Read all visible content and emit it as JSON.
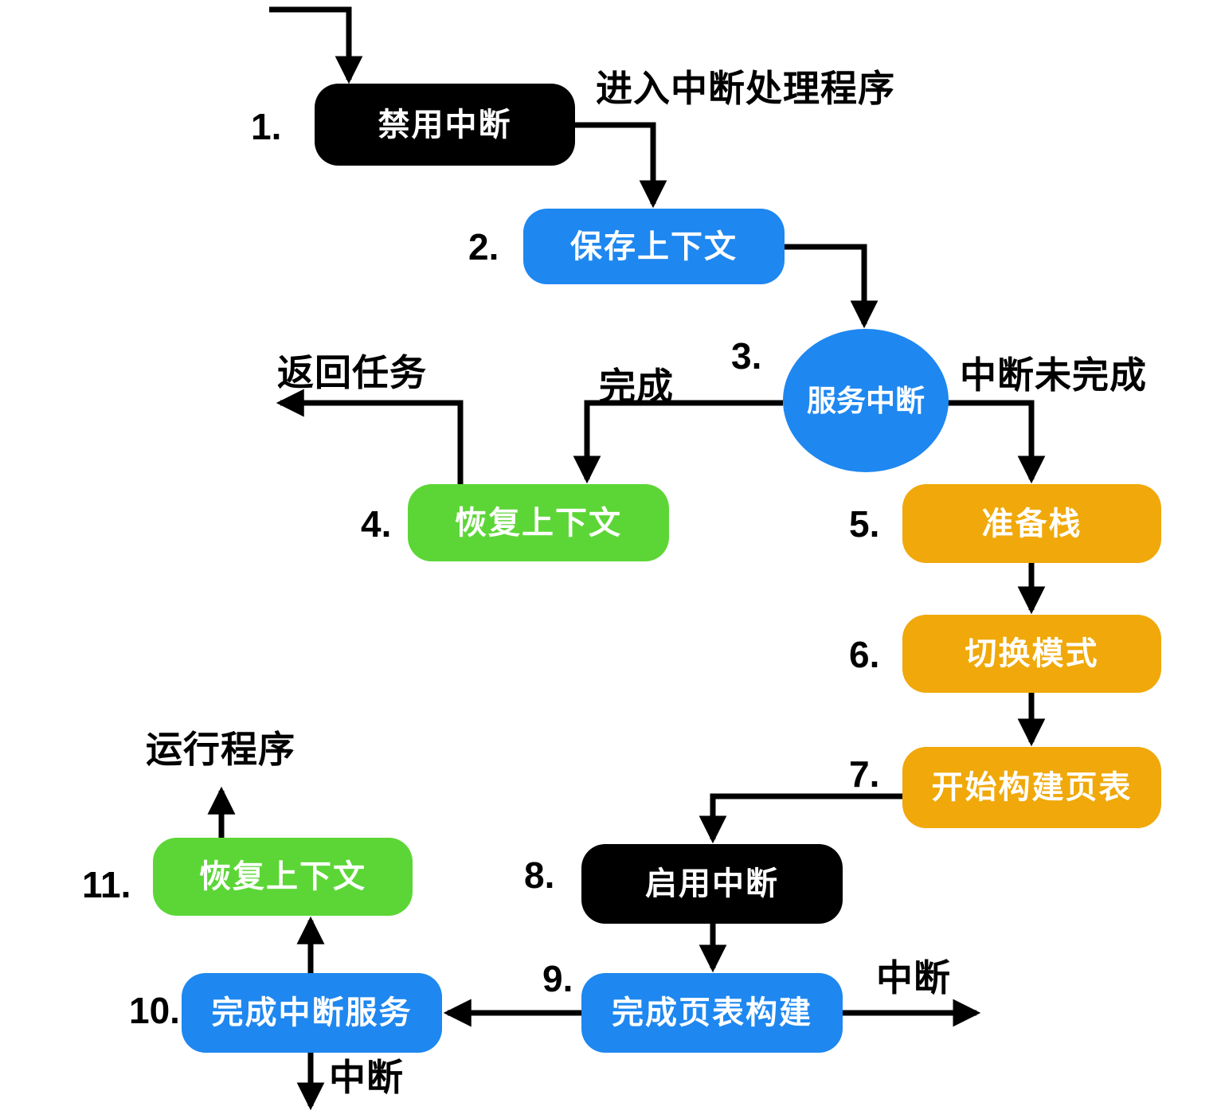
{
  "diagram": {
    "type": "flowchart",
    "language": "zh-CN",
    "colors": {
      "background": "#FFFFFF",
      "node_text": "#FFFFFF",
      "label_text": "#000000",
      "arrow": "#000000",
      "black_node": "#000000",
      "blue_node": "#1E87F0",
      "green_node": "#5CD636",
      "orange_node": "#F0A80A"
    },
    "nodes": [
      {
        "step": "1.",
        "label": "禁用中断",
        "color": "black",
        "shape": "rounded-rect"
      },
      {
        "step": "2.",
        "label": "保存上下文",
        "color": "blue",
        "shape": "rounded-rect"
      },
      {
        "step": "3.",
        "label": "服务中断",
        "color": "blue",
        "shape": "circle"
      },
      {
        "step": "4.",
        "label": "恢复上下文",
        "color": "green",
        "shape": "rounded-rect"
      },
      {
        "step": "5.",
        "label": "准备栈",
        "color": "orange",
        "shape": "rounded-rect"
      },
      {
        "step": "6.",
        "label": "切换模式",
        "color": "orange",
        "shape": "rounded-rect"
      },
      {
        "step": "7.",
        "label": "开始构建页表",
        "color": "orange",
        "shape": "rounded-rect"
      },
      {
        "step": "8.",
        "label": "启用中断",
        "color": "black",
        "shape": "rounded-rect"
      },
      {
        "step": "9.",
        "label": "完成页表构建",
        "color": "blue",
        "shape": "rounded-rect"
      },
      {
        "step": "10.",
        "label": "完成中断服务",
        "color": "blue",
        "shape": "rounded-rect"
      },
      {
        "step": "11.",
        "label": "恢复上下文",
        "color": "green",
        "shape": "rounded-rect"
      }
    ],
    "edges": [
      {
        "from": "start",
        "to": "1",
        "label": ""
      },
      {
        "from": "1",
        "to": "2",
        "label": "进入中断处理程序"
      },
      {
        "from": "2",
        "to": "3",
        "label": ""
      },
      {
        "from": "3",
        "to": "4",
        "label": "完成"
      },
      {
        "from": "4",
        "to": "task-exit",
        "label": "返回任务"
      },
      {
        "from": "3",
        "to": "5",
        "label": "中断未完成"
      },
      {
        "from": "5",
        "to": "6",
        "label": ""
      },
      {
        "from": "6",
        "to": "7",
        "label": ""
      },
      {
        "from": "7",
        "to": "8",
        "label": ""
      },
      {
        "from": "8",
        "to": "9",
        "label": ""
      },
      {
        "from": "9",
        "to": "interrupt-exit",
        "label": "中断"
      },
      {
        "from": "9",
        "to": "10",
        "label": ""
      },
      {
        "from": "10",
        "to": "11",
        "label": ""
      },
      {
        "from": "11",
        "to": "program-exit",
        "label": "运行程序"
      },
      {
        "from": "10",
        "to": "interrupt-exit",
        "label": "中断"
      }
    ]
  }
}
